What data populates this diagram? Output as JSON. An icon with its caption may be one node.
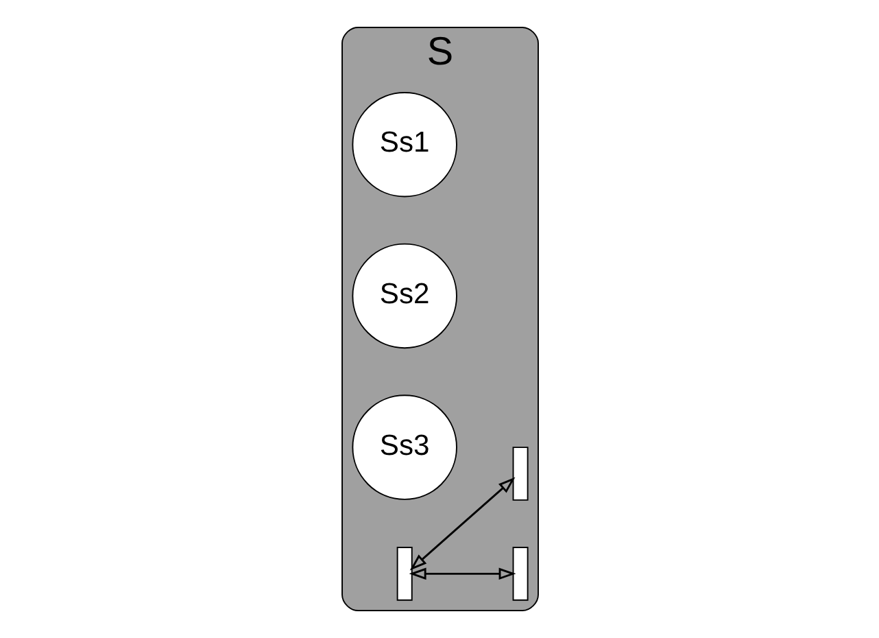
{
  "diagram": {
    "nodes": [
      {
        "text": [
          "S"
        ]
      },
      {
        "text": [
          "Ss1"
        ],
        "in": 0
      },
      {
        "text": [
          "Ss2"
        ],
        "in": 0
      },
      {
        "text": [
          "Ss3"
        ],
        "in": 0
      },
      {
        "text": [],
        "shape": "bar",
        "in": 0
      },
      {
        "text": [],
        "shape": "bar",
        "in": 0
      },
      {
        "text": [],
        "shape": "bar",
        "in": 0
      }
    ],
    "edges": [
      {
        "from": 4,
        "to": 5,
        "arrow": "both"
      },
      {
        "from": 4,
        "to": 6,
        "arrow": "both"
      }
    ]
  }
}
